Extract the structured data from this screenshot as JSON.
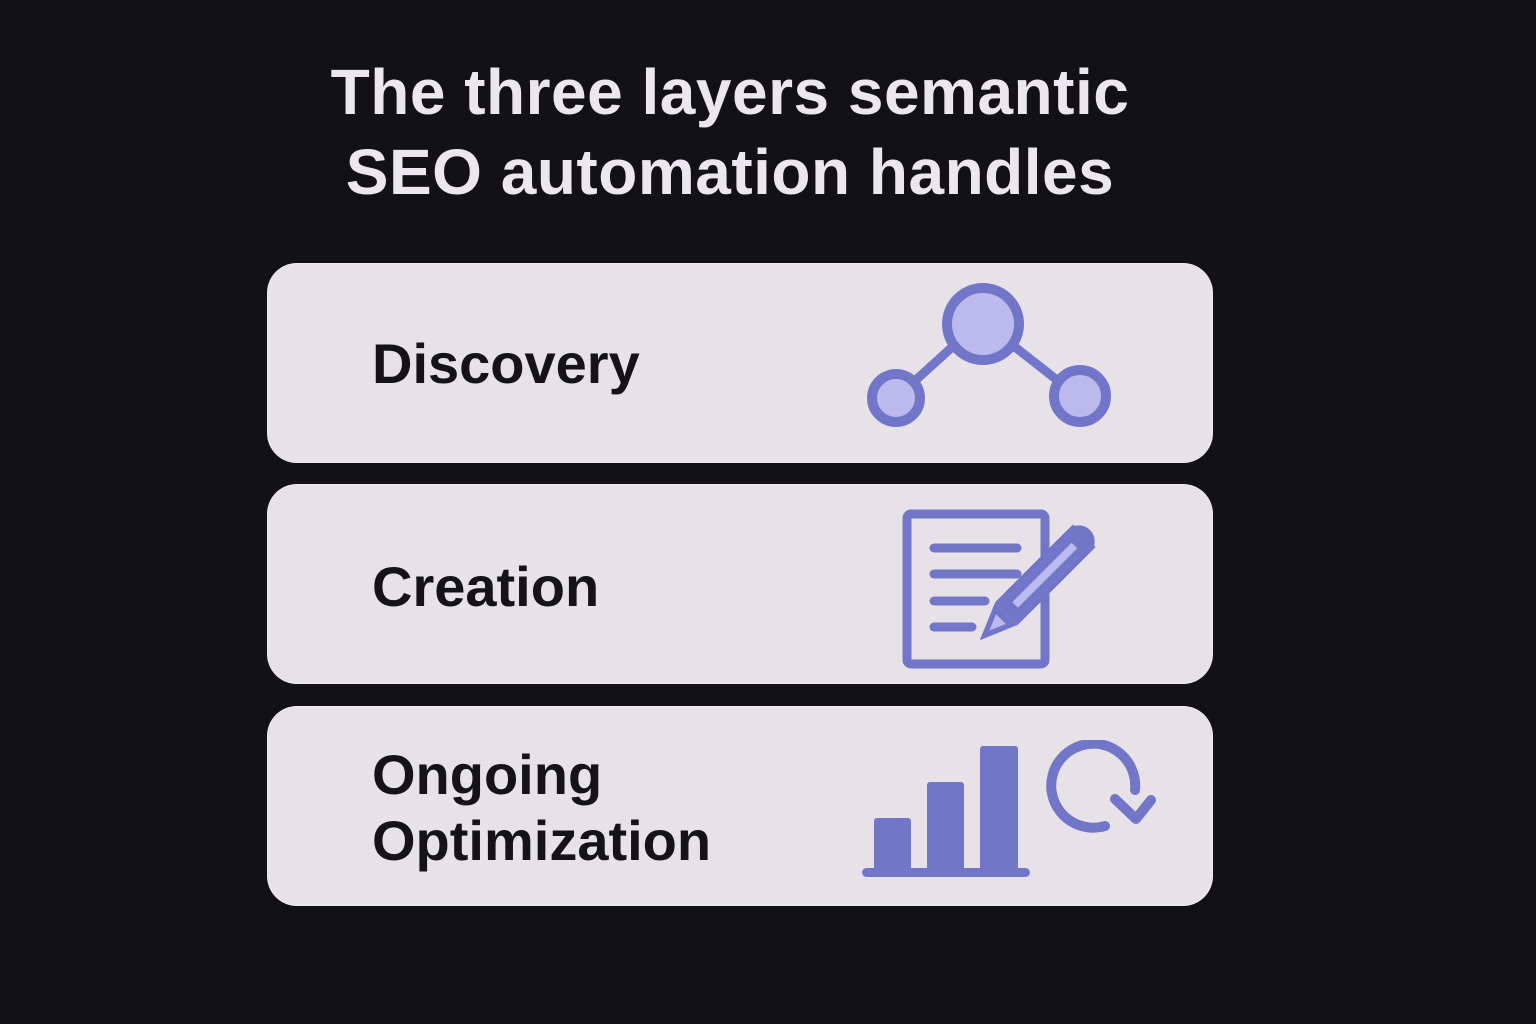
{
  "title": {
    "line1": "The three layers semantic",
    "line2": "SEO automation handles"
  },
  "layers": [
    {
      "label_lines": [
        "Discovery"
      ],
      "icon": "network-nodes-icon"
    },
    {
      "label_lines": [
        "Creation"
      ],
      "icon": "document-pencil-icon"
    },
    {
      "label_lines": [
        "Ongoing",
        "Optimization"
      ],
      "icon": "bar-chart-refresh-icon"
    }
  ],
  "colors": {
    "background": "#121216",
    "card": "#E7E2E8",
    "title_text": "#ECE7EE",
    "label_text": "#141418",
    "icon_primary": "#7276C8",
    "icon_light": "#BBB9EE"
  }
}
